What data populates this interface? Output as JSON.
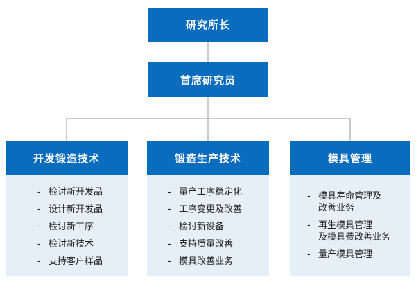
{
  "top": {
    "label": "研究所长"
  },
  "second": {
    "label": "首席研究员"
  },
  "departments": [
    {
      "title": "开发锻造技术",
      "items": [
        [
          "检讨新开发品"
        ],
        [
          "设计新开发品"
        ],
        [
          "检讨新工序"
        ],
        [
          "检讨新技术"
        ],
        [
          "支持客户样品"
        ]
      ]
    },
    {
      "title": "锻造生产技术",
      "items": [
        [
          "量产工序稳定化"
        ],
        [
          "工序变更及改善"
        ],
        [
          "检讨新设备"
        ],
        [
          "支持质量改善"
        ],
        [
          "模具改善业务"
        ]
      ]
    },
    {
      "title": "模具管理",
      "items": [
        [
          "模具寿命管理及",
          "改善业务"
        ],
        [
          "再生模具管理",
          "及模具费改善业务"
        ],
        [
          "量产模具管理"
        ]
      ]
    }
  ],
  "bullet": "-",
  "colors": {
    "box": "#0a6cbc",
    "panel": "#e6eef6",
    "connector": "#bbbbbb"
  }
}
